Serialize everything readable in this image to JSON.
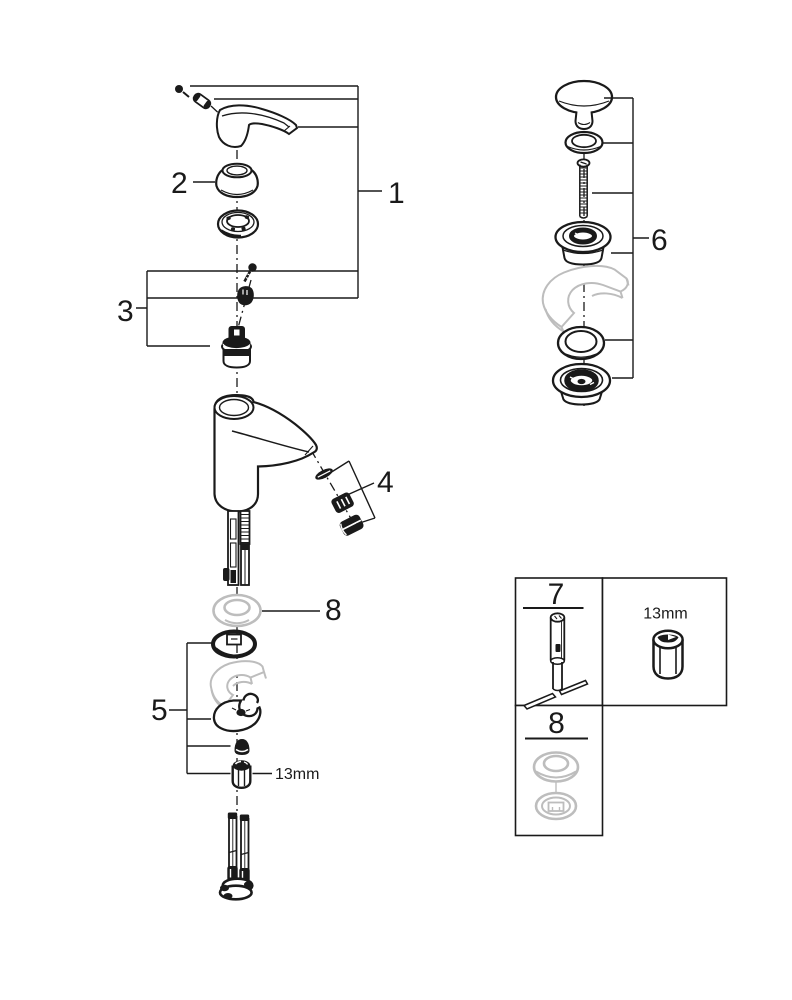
{
  "diagram": {
    "background": "#ffffff",
    "line_color": "#1a1a1a",
    "gray_color": "#bdbdbd",
    "callouts": {
      "c1": "1",
      "c2": "2",
      "c3": "3",
      "c4": "4",
      "c5": "5",
      "c6": "6",
      "c8": "8"
    },
    "legend": {
      "box7_number": "7",
      "box8_number": "8"
    },
    "labels": {
      "wrench_size_main": "13mm",
      "wrench_size_box": "13mm"
    }
  }
}
